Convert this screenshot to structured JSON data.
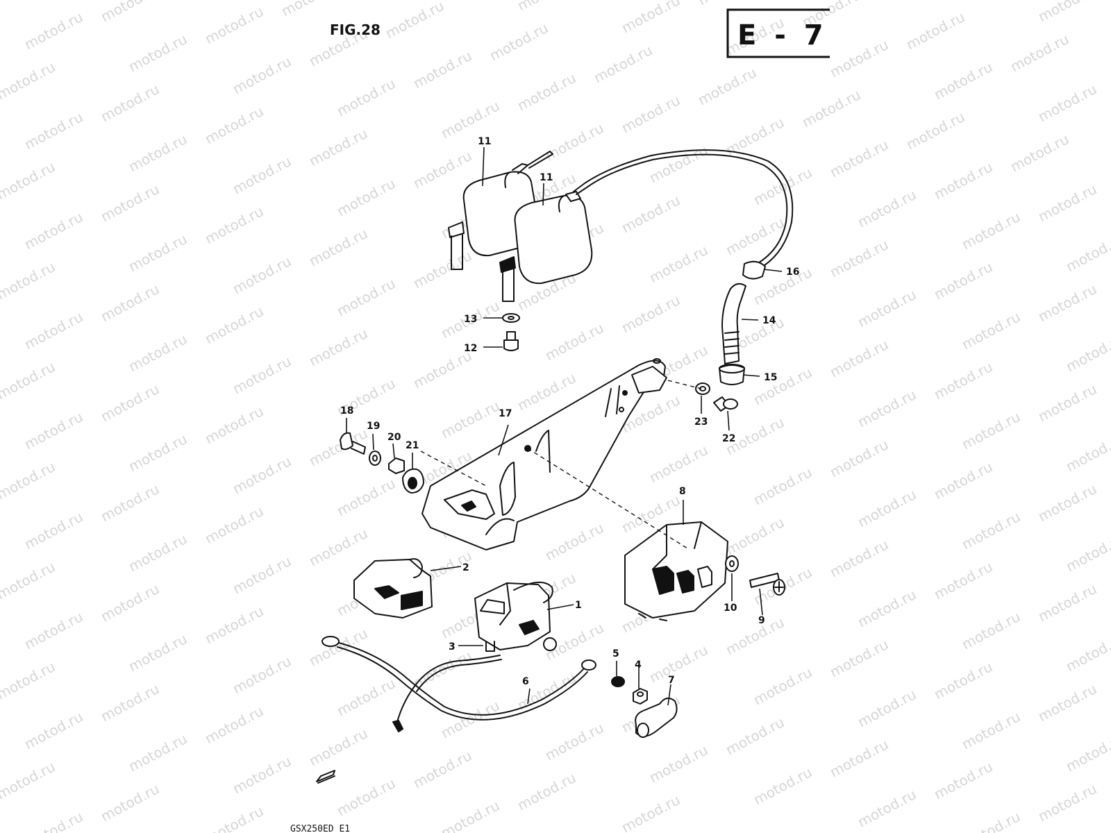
{
  "header": {
    "figure_label": "FIG.28",
    "section_code": "E - 7"
  },
  "footer": {
    "model_code": "GSX250ED E1"
  },
  "watermark": "motod.ru",
  "colors": {
    "ink": "#111111",
    "watermark": "#d6d6d6",
    "background": "#ffffff"
  },
  "parts": [
    {
      "id": "1",
      "label": "1"
    },
    {
      "id": "2",
      "label": "2"
    },
    {
      "id": "3",
      "label": "3"
    },
    {
      "id": "4",
      "label": "4"
    },
    {
      "id": "5",
      "label": "5"
    },
    {
      "id": "6",
      "label": "6"
    },
    {
      "id": "7",
      "label": "7"
    },
    {
      "id": "8",
      "label": "8"
    },
    {
      "id": "9",
      "label": "9"
    },
    {
      "id": "10",
      "label": "10"
    },
    {
      "id": "11a",
      "label": "11"
    },
    {
      "id": "11b",
      "label": "11"
    },
    {
      "id": "12",
      "label": "12"
    },
    {
      "id": "13",
      "label": "13"
    },
    {
      "id": "14",
      "label": "14"
    },
    {
      "id": "15",
      "label": "15"
    },
    {
      "id": "16",
      "label": "16"
    },
    {
      "id": "17",
      "label": "17"
    },
    {
      "id": "18",
      "label": "18"
    },
    {
      "id": "19",
      "label": "19"
    },
    {
      "id": "20",
      "label": "20"
    },
    {
      "id": "21",
      "label": "21"
    },
    {
      "id": "22",
      "label": "22"
    },
    {
      "id": "23",
      "label": "23"
    }
  ]
}
